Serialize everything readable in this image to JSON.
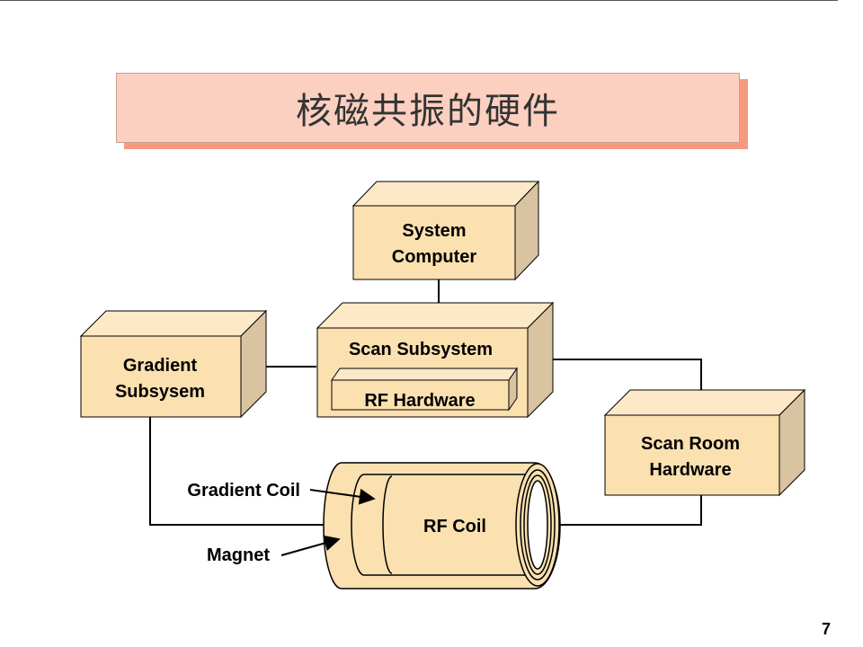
{
  "title": "核磁共振的硬件",
  "blocks": {
    "system_computer": [
      "System",
      "Computer"
    ],
    "scan_subsystem": "Scan Subsystem",
    "rf_hardware": "RF Hardware",
    "gradient_subsystem": [
      "Gradient",
      "Subsysem"
    ],
    "scan_room_hardware": [
      "Scan Room",
      "Hardware"
    ]
  },
  "magnet_assembly": {
    "rf_coil": "RF Coil",
    "gradient_coil_label": "Gradient Coil",
    "magnet_label": "Magnet"
  },
  "colors": {
    "box_front": "#fbe0b0",
    "box_top": "#fde9c8",
    "box_side": "#d9c3a0",
    "title_fill": "#fbd0c1",
    "title_shadow": "#f59a80"
  },
  "page_number": "7"
}
